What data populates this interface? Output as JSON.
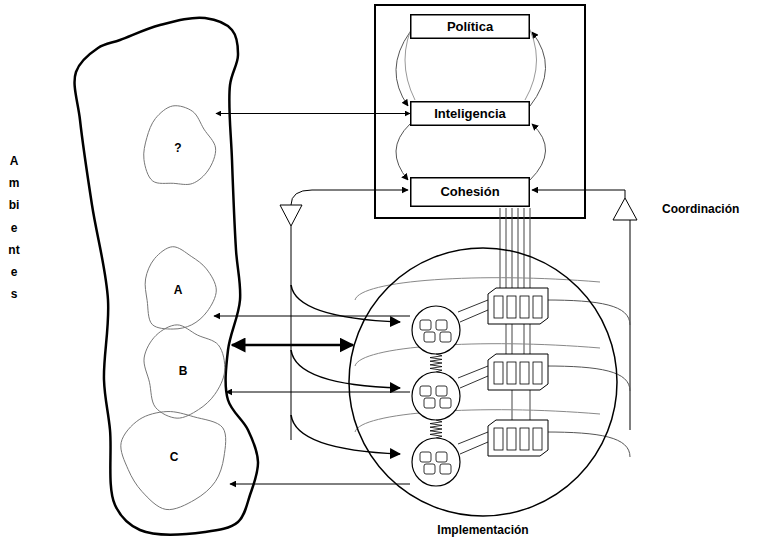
{
  "diagram": {
    "nodes": [
      {
        "text": [
          "Ambientes"
        ]
      },
      {
        "text": [
          "?"
        ],
        "in": 0
      },
      {
        "text": [
          "A"
        ],
        "in": 0
      },
      {
        "text": [
          "B"
        ],
        "in": 0
      },
      {
        "text": [
          "C"
        ],
        "in": 0
      },
      {
        "text": [
          "Política"
        ]
      },
      {
        "text": [
          "Inteligencia"
        ]
      },
      {
        "text": [
          "Cohesión"
        ]
      },
      {
        "text": [
          "Implementación"
        ]
      }
    ],
    "edges": [
      {
        "from": 1,
        "to": 6,
        "arrow": "both"
      },
      {
        "from": 0,
        "to": 8,
        "arrow": "both"
      }
    ],
    "labels": [
      "Coordinación"
    ]
  }
}
